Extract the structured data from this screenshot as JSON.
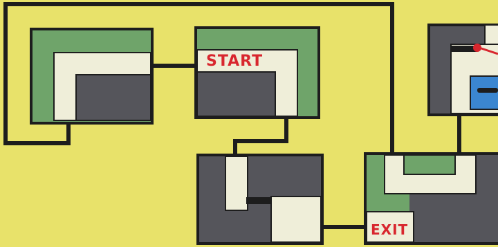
{
  "map": {
    "labels": {
      "start": "START",
      "exit": "EXIT"
    },
    "colors": {
      "background": "#e8e26a",
      "wall": "#55555b",
      "floor": "#efeed9",
      "grass": "#6fa46a",
      "outline": "#1d1d1d",
      "label": "#d8262e",
      "water": "#3b86d0",
      "marker": "#d8262e"
    },
    "rooms": [
      {
        "id": "room-top-left",
        "kind": "corner-room"
      },
      {
        "id": "room-start",
        "kind": "start-room"
      },
      {
        "id": "room-right-partial",
        "kind": "room-with-objects"
      },
      {
        "id": "room-bottom-middle",
        "kind": "corridor-room"
      },
      {
        "id": "room-exit",
        "kind": "exit-room"
      }
    ]
  }
}
